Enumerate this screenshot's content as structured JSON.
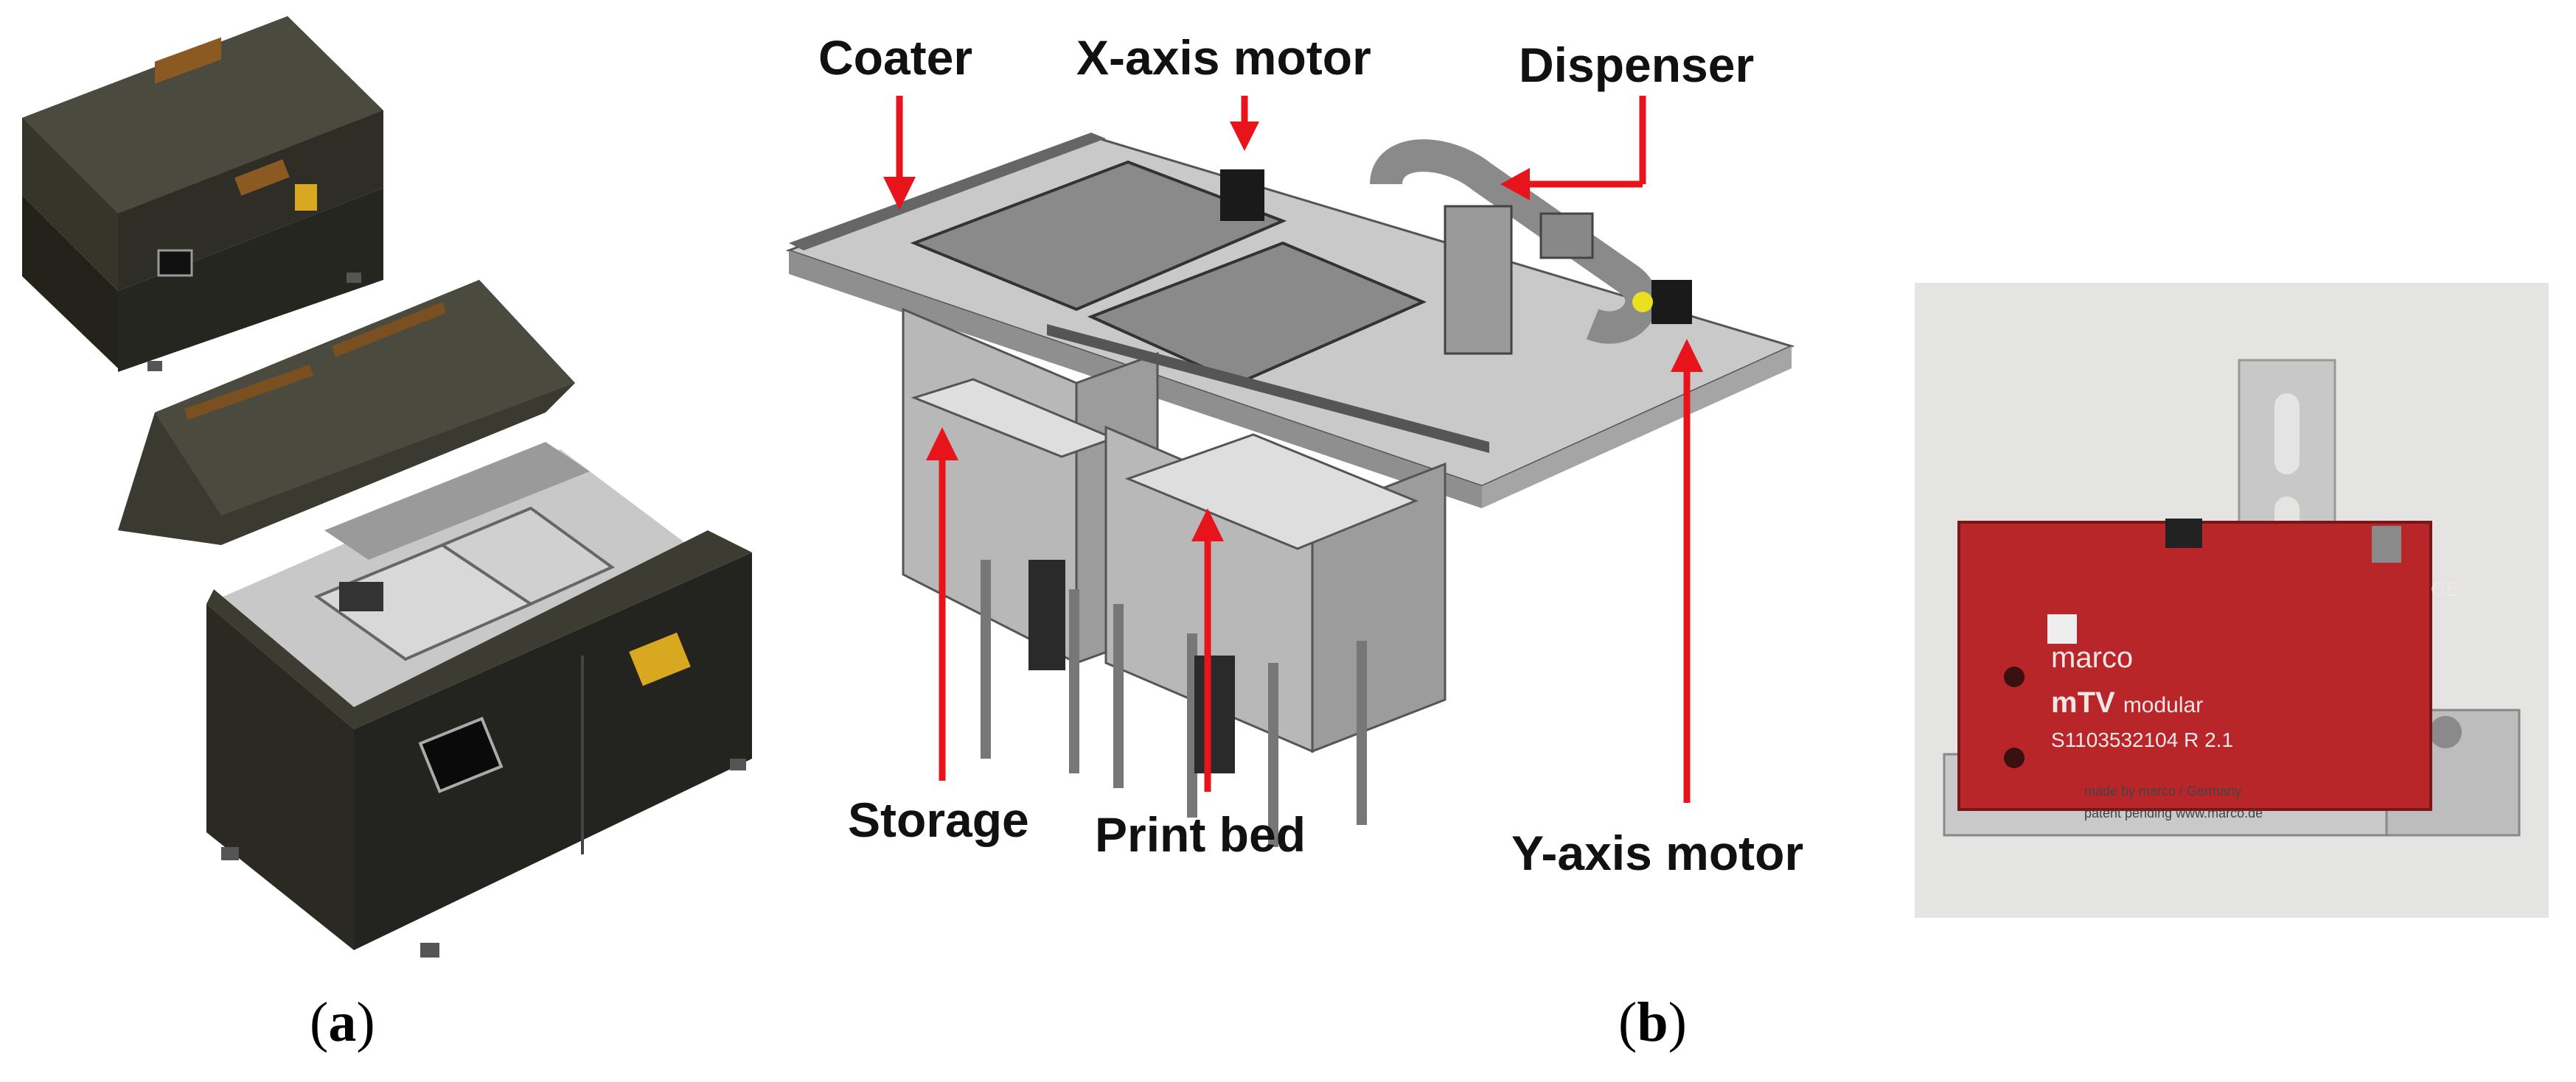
{
  "figure": {
    "panel_a_caption_open": "(",
    "panel_a_caption_letter": "a",
    "panel_a_caption_close": ")",
    "panel_b_caption_open": "(",
    "panel_b_caption_letter": "b",
    "panel_b_caption_close": ")"
  },
  "labels": {
    "coater": "Coater",
    "x_axis_motor": "X-axis motor",
    "dispenser": "Dispenser",
    "storage": "Storage",
    "print_bed": "Print bed",
    "y_axis_motor": "Y-axis motor"
  },
  "device_photo": {
    "brand": "marco",
    "model": "mTV",
    "model_suffix": "modular",
    "serial": "S1103532104  R 2.1",
    "made_by": "made by marco / Germany",
    "patent": "patent pending  www.marco.de",
    "ce_mark": "CE"
  },
  "colors": {
    "arrow_red": "#e8141b",
    "enclosure_dark": "#2a2a22",
    "machine_grey": "#a8a8a8",
    "valve_red": "#b8262a"
  }
}
